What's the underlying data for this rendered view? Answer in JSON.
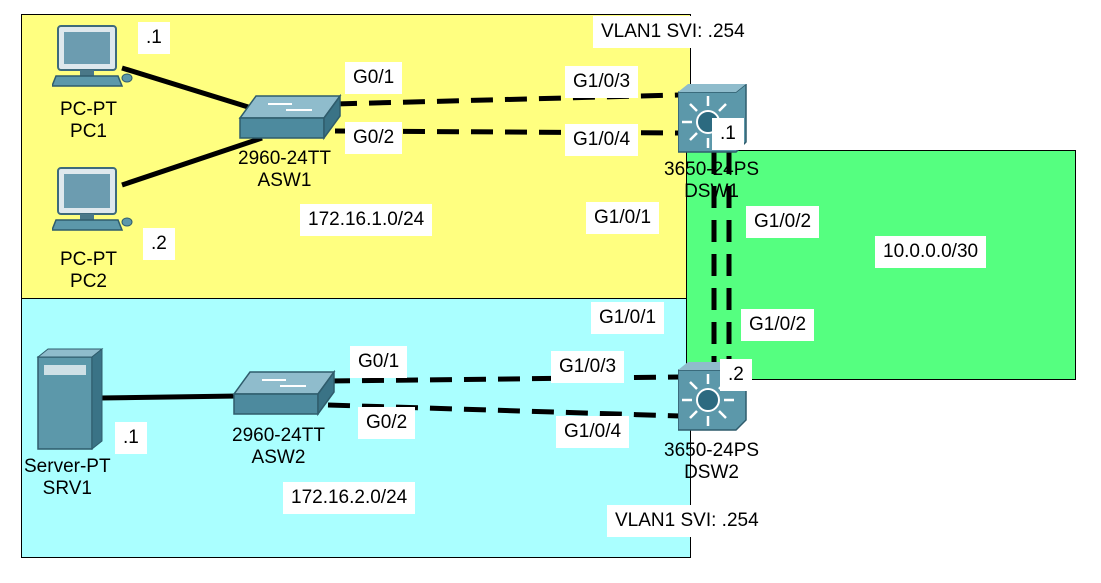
{
  "colors": {
    "lan_a": "#ffff80",
    "lan_b": "#aaffff",
    "transit": "#55ff80",
    "device_body": "#5c98aa",
    "link": "#000000"
  },
  "subnets": {
    "lan_a": "172.16.1.0/24",
    "lan_b": "172.16.2.0/24",
    "transit": "10.0.0.0/30"
  },
  "svi": {
    "dsw1": "VLAN1 SVI: .254",
    "dsw2": "VLAN1 SVI: .254"
  },
  "devices": {
    "pc1": {
      "model": "PC-PT",
      "name": "PC1",
      "ip": ".1",
      "icon": "pc-icon"
    },
    "pc2": {
      "model": "PC-PT",
      "name": "PC2",
      "ip": ".2",
      "icon": "pc-icon"
    },
    "srv1": {
      "model": "Server-PT",
      "name": "SRV1",
      "ip": ".1",
      "icon": "server-icon"
    },
    "asw1": {
      "model": "2960-24TT",
      "name": "ASW1",
      "icon": "switch-icon"
    },
    "asw2": {
      "model": "2960-24TT",
      "name": "ASW2",
      "icon": "switch-icon"
    },
    "dsw1": {
      "model": "3650-24PS",
      "name": "DSW1",
      "ip": ".1",
      "icon": "multilayer-switch-icon"
    },
    "dsw2": {
      "model": "3650-24PS",
      "name": "DSW2",
      "ip": ".2",
      "icon": "multilayer-switch-icon"
    }
  },
  "ports": {
    "asw1_g01": "G0/1",
    "asw1_g02": "G0/2",
    "dsw1_g103": "G1/0/3",
    "dsw1_g104": "G1/0/4",
    "dsw1_g101": "G1/0/1",
    "dsw1_g102": "G1/0/2",
    "dsw2_g101": "G1/0/1",
    "dsw2_g102": "G1/0/2",
    "asw2_g01": "G0/1",
    "asw2_g02": "G0/2",
    "dsw2_g103": "G1/0/3",
    "dsw2_g104": "G1/0/4"
  }
}
